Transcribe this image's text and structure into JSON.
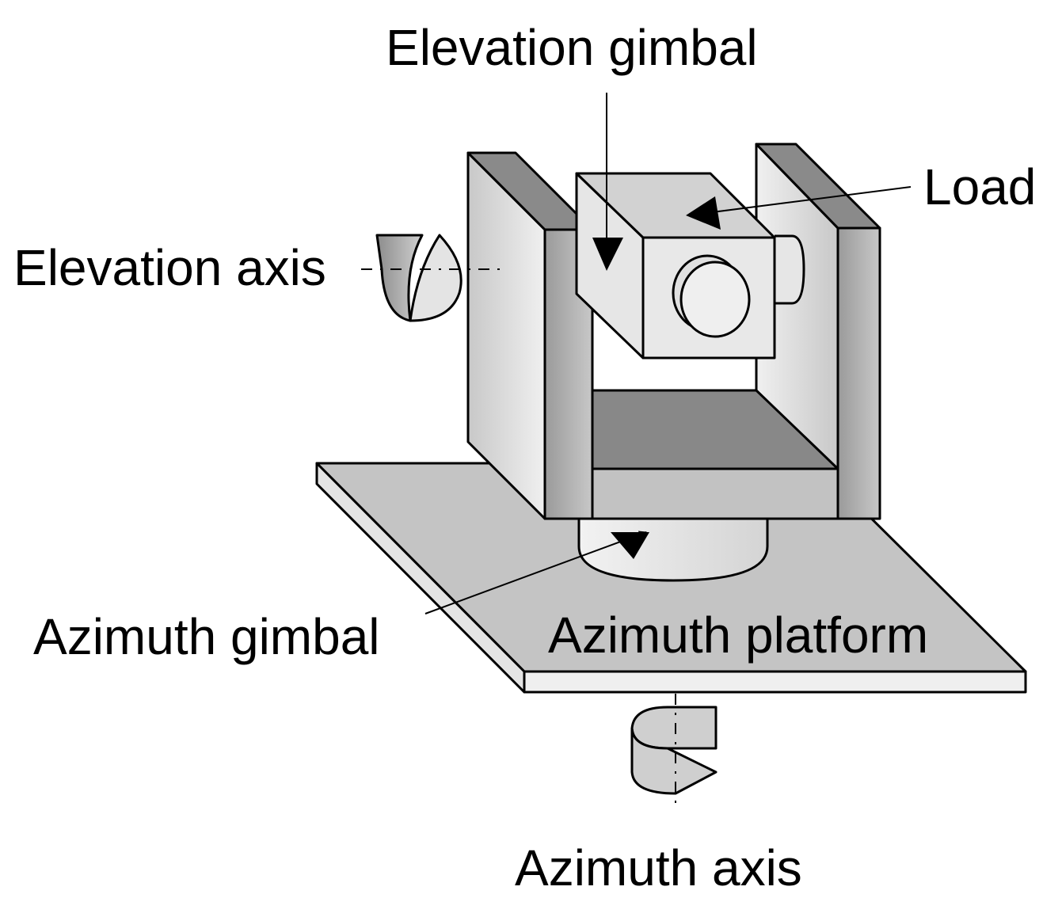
{
  "labels": {
    "elevation_gimbal": "Elevation gimbal",
    "load": "Load",
    "elevation_axis": "Elevation axis",
    "azimuth_gimbal": "Azimuth gimbal",
    "azimuth_platform": "Azimuth platform",
    "azimuth_axis": "Azimuth axis"
  },
  "colors": {
    "outline": "#000000",
    "platform_top": "#c4c4c4",
    "platform_edge": "#f0f0f0",
    "yoke_front": "#d8d8d8",
    "yoke_dark": "#8a8a8a",
    "yoke_mid": "#b0b0b0",
    "load_light": "#e8e8e8",
    "floor_dark": "#888888"
  }
}
